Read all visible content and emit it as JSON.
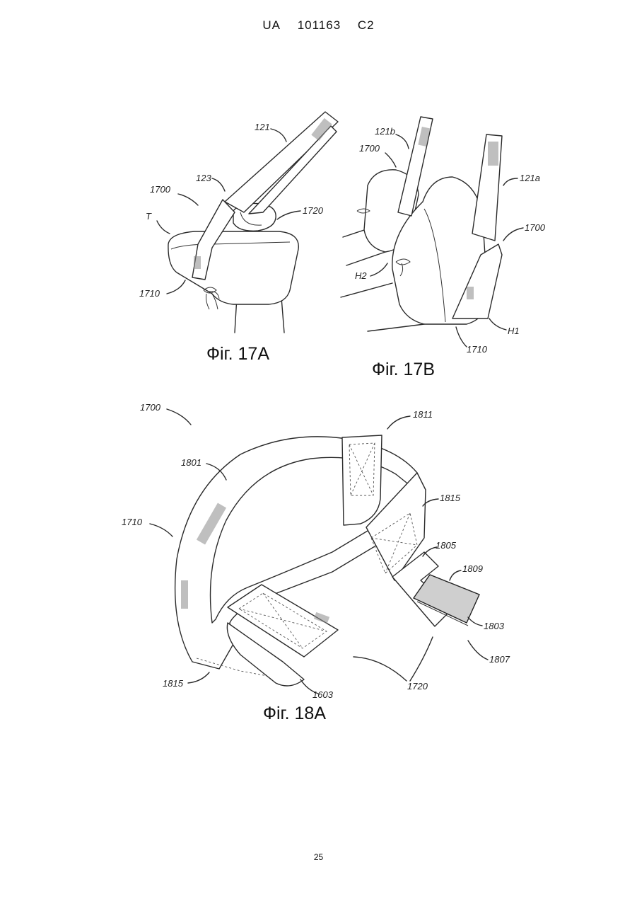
{
  "header": {
    "country": "UA",
    "number": "101163",
    "kind": "C2"
  },
  "page_number": "25",
  "figures": {
    "fig17a": {
      "caption": "Фіг. 17A",
      "labels": {
        "l121": "121",
        "l123": "123",
        "l1700": "1700",
        "l1720": "1720",
        "lT": "T",
        "l1710": "1710"
      }
    },
    "fig17b": {
      "caption": "Фіг. 17B",
      "labels": {
        "l121b": "121b",
        "l1700a": "1700",
        "l121a": "121a",
        "l1700b": "1700",
        "lH2": "H2",
        "lH1": "H1",
        "l1710": "1710"
      }
    },
    "fig18a": {
      "caption": "Фіг. 18A",
      "labels": {
        "l1700": "1700",
        "l1811": "1811",
        "l1801": "1801",
        "l1815a": "1815",
        "l1710": "1710",
        "l1805": "1805",
        "l1809": "1809",
        "l1803a": "1803",
        "l1807": "1807",
        "l1815b": "1815",
        "l1603": "1603",
        "l1720": "1720"
      }
    }
  }
}
